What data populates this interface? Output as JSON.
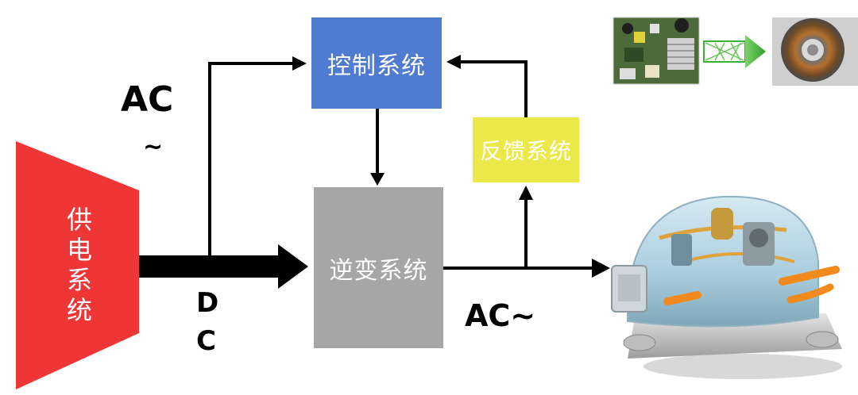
{
  "blocks": {
    "supply": "供电系统",
    "control": "控制系统",
    "inverter": "逆变系统",
    "feedback": "反馈系统"
  },
  "labels": {
    "ac_top_1": "AC",
    "ac_top_2": "~",
    "dc_1": "D",
    "dc_2": "C",
    "ac_out": "AC~"
  },
  "colors": {
    "supply": "#ef3636",
    "control": "#4f7bd1",
    "inverter": "#a6a6a6",
    "feedback": "#ebe84a",
    "arrow": "#000000"
  }
}
